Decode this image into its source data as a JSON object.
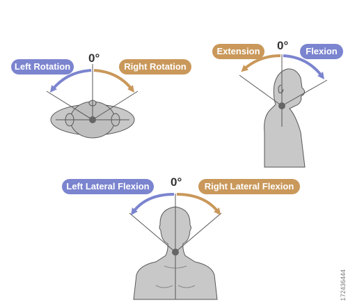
{
  "colors": {
    "blue": "#7b84cf",
    "gold": "#c9985a",
    "body_fill": "#c8c8c8",
    "outline": "#555555",
    "line": "#666666"
  },
  "rotation": {
    "left_label": "Left Rotation",
    "right_label": "Right Rotation",
    "zero_label": "0°"
  },
  "flexion": {
    "extension_label": "Extension",
    "flexion_label": "Flexion",
    "zero_label": "0°"
  },
  "lateral": {
    "left_label": "Left Lateral Flexion",
    "right_label": "Right Lateral Flexion",
    "zero_label": "0°"
  },
  "stock_id": "172436444"
}
